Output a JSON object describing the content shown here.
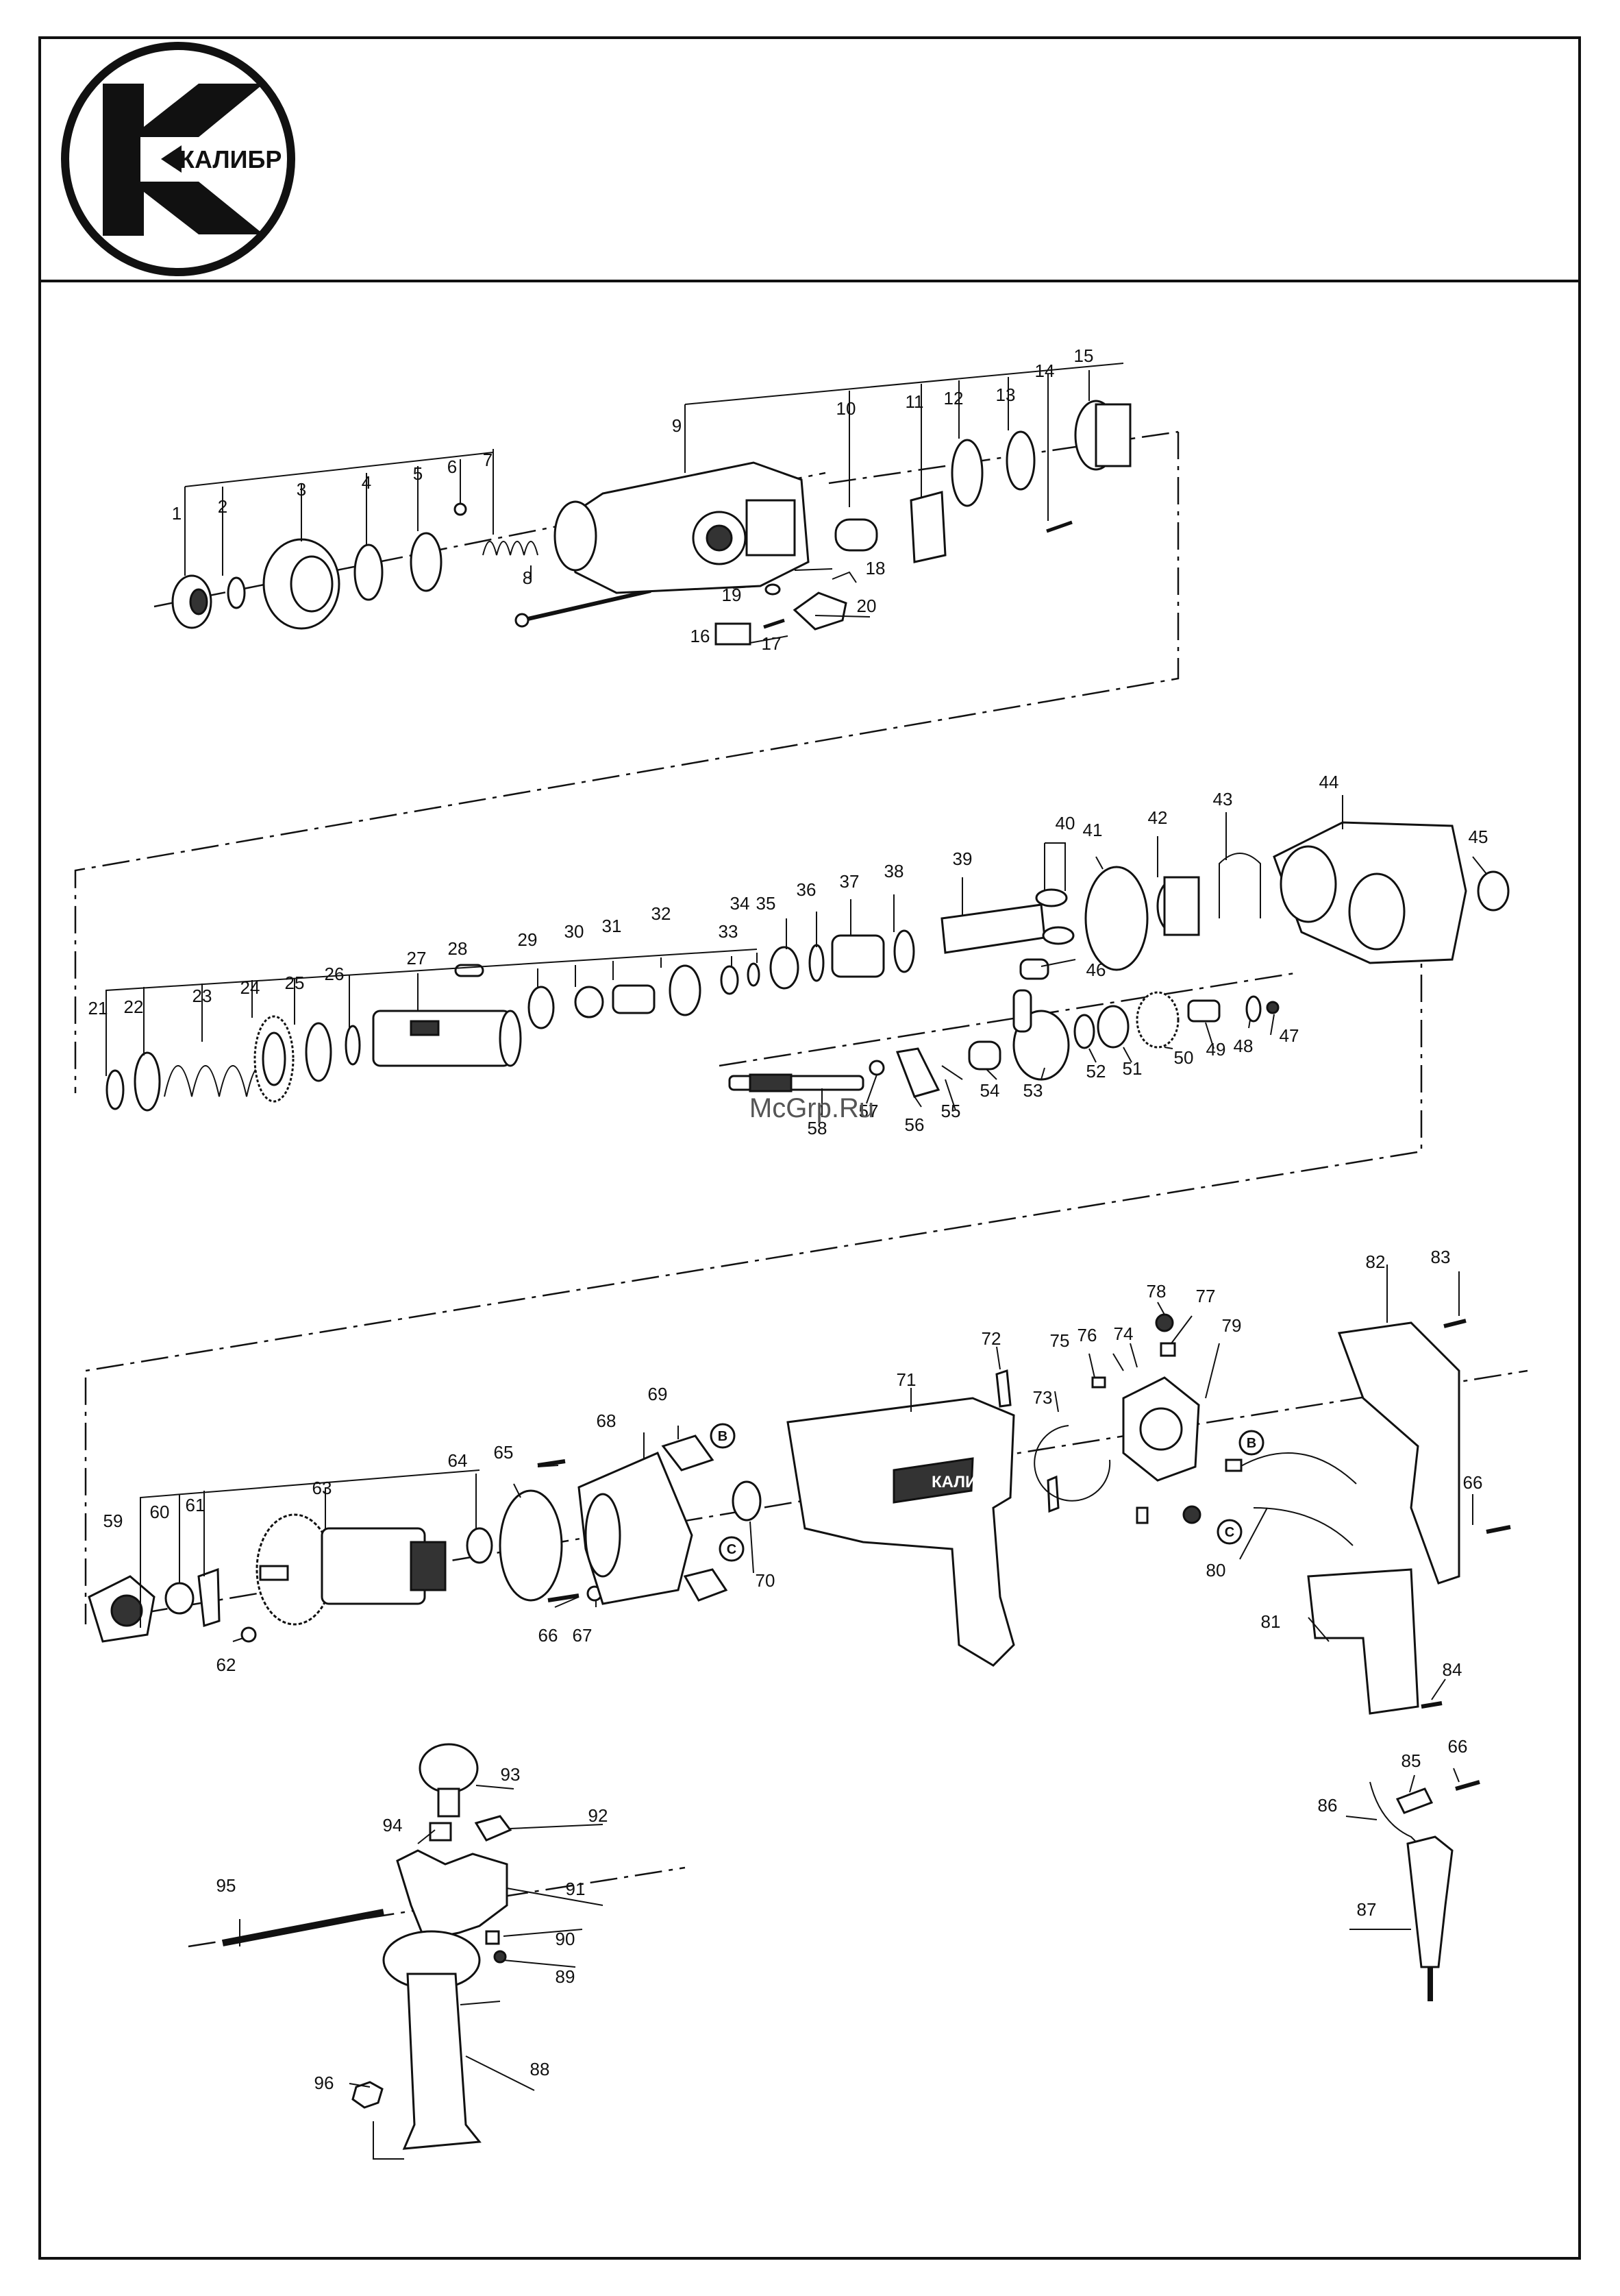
{
  "logo": {
    "text": "КАЛИБР"
  },
  "watermark": "McGrp.Ru",
  "housing_brand": "КАЛИБР",
  "markers": {
    "b": "B",
    "c": "C"
  },
  "labels": {
    "l1": "1",
    "l2": "2",
    "l3": "3",
    "l4": "4",
    "l5": "5",
    "l6": "6",
    "l7": "7",
    "l8": "8",
    "l9": "9",
    "l10": "10",
    "l11": "11",
    "l12": "12",
    "l13": "13",
    "l14": "14",
    "l15": "15",
    "l16": "16",
    "l17": "17",
    "l18": "18",
    "l19": "19",
    "l20": "20",
    "l21": "21",
    "l22": "22",
    "l23": "23",
    "l24": "24",
    "l25": "25",
    "l26": "26",
    "l27": "27",
    "l28": "28",
    "l29": "29",
    "l30": "30",
    "l31": "31",
    "l32": "32",
    "l33": "33",
    "l34": "34",
    "l35": "35",
    "l36": "36",
    "l37": "37",
    "l38": "38",
    "l39": "39",
    "l40": "40",
    "l41": "41",
    "l42": "42",
    "l43": "43",
    "l44": "44",
    "l45": "45",
    "l46": "46",
    "l47": "47",
    "l48": "48",
    "l49": "49",
    "l50": "50",
    "l51": "51",
    "l52": "52",
    "l53": "53",
    "l54": "54",
    "l55": "55",
    "l56": "56",
    "l57": "57",
    "l58": "58",
    "l59": "59",
    "l60": "60",
    "l61": "61",
    "l62": "62",
    "l63": "63",
    "l64": "64",
    "l65": "65",
    "l66": "66",
    "l67": "67",
    "l68": "68",
    "l69": "69",
    "l70": "70",
    "l71": "71",
    "l72": "72",
    "l73": "73",
    "l74": "74",
    "l75": "75",
    "l76": "76",
    "l77": "77",
    "l78": "78",
    "l79": "79",
    "l80": "80",
    "l81": "81",
    "l82": "82",
    "l83": "83",
    "l84": "84",
    "l85": "85",
    "l86": "86",
    "l87": "87",
    "l88": "88",
    "l89": "89",
    "l90": "90",
    "l91": "91",
    "l92": "92",
    "l93": "93",
    "l94": "94",
    "l95": "95",
    "l96": "96"
  }
}
